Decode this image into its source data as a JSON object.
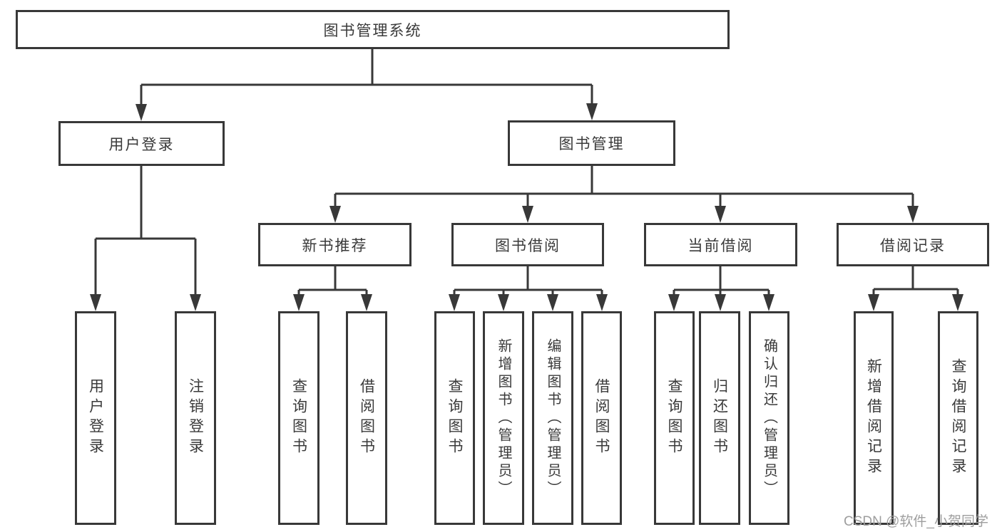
{
  "diagram": {
    "root": {
      "label": "图书管理系统"
    },
    "level2": [
      {
        "label": "用户登录"
      },
      {
        "label": "图书管理"
      }
    ],
    "level3": [
      {
        "label": "新书推荐"
      },
      {
        "label": "图书借阅"
      },
      {
        "label": "当前借阅"
      },
      {
        "label": "借阅记录"
      }
    ],
    "leaves": [
      {
        "label": "用户登录"
      },
      {
        "label": "注销登录"
      },
      {
        "label": "查询图书"
      },
      {
        "label": "借阅图书"
      },
      {
        "label": "查询图书"
      },
      {
        "label": "新增图书（管理员）"
      },
      {
        "label": "编辑图书（管理员）"
      },
      {
        "label": "借阅图书"
      },
      {
        "label": "查询图书"
      },
      {
        "label": "归还图书"
      },
      {
        "label": "确认归还（管理员）"
      },
      {
        "label": "新增借阅记录"
      },
      {
        "label": "查询借阅记录"
      }
    ],
    "watermark": {
      "text": "CSDN @软件_小贺同学"
    },
    "colors": {
      "line": "#383838",
      "text": "#3a3a3a",
      "background": "#ffffff",
      "watermark": "#9e9e9e"
    }
  }
}
